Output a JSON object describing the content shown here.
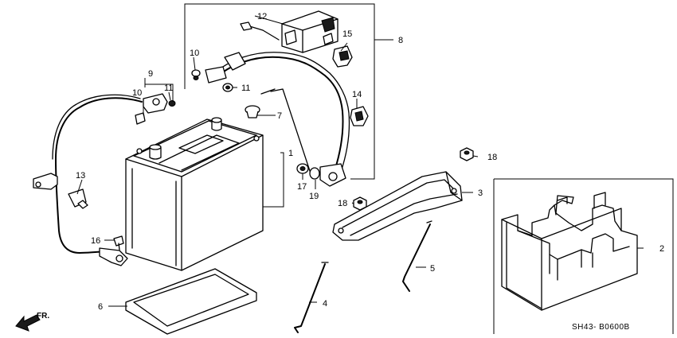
{
  "diagram": {
    "diagram_code": "SH43- B0600B",
    "direction_label": "FR.",
    "callouts": [
      "1",
      "2",
      "3",
      "4",
      "5",
      "6",
      "7",
      "8",
      "9",
      "10",
      "10",
      "11",
      "11",
      "12",
      "13",
      "14",
      "15",
      "16",
      "17",
      "18",
      "18",
      "19"
    ]
  }
}
